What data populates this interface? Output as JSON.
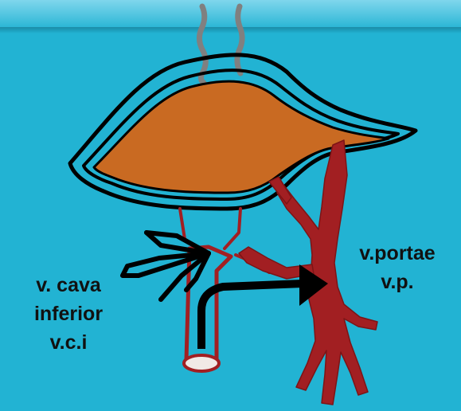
{
  "labels": {
    "left": {
      "line1": "v. cava",
      "line2": "inferior",
      "line3": "v.c.i"
    },
    "right": {
      "line1": "v.portae",
      "line2": "v.p."
    }
  },
  "colors": {
    "background": "#22b3d3",
    "liver": "#c96a22",
    "vessel": "#a21f22",
    "outline": "#000000",
    "ligament_lines": "#808080"
  }
}
